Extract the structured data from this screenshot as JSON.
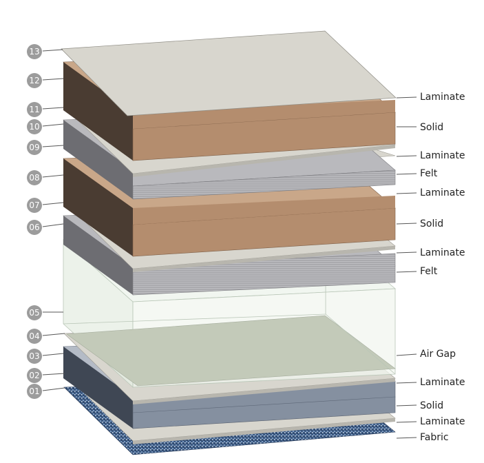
{
  "layer_numbers": [
    "13",
    "12",
    "11",
    "10",
    "09",
    "08",
    "07",
    "06",
    "05",
    "04",
    "03",
    "02",
    "01"
  ],
  "material_labels": [
    "Laminate",
    "Solid",
    "Laminate",
    "Felt",
    "Laminate",
    "Solid",
    "Laminate",
    "Felt",
    "Air Gap",
    "Laminate",
    "Solid",
    "Laminate",
    "Fabric"
  ],
  "colors": {
    "laminate": "#d8d6ce",
    "solid_wood_front": "#b48d6e",
    "solid_wood_side": "#4a3c32",
    "solid_blue_front": "#8590a0",
    "solid_blue_side": "#3f4754",
    "felt_front": "#a9a9ad",
    "felt_side": "#6d6d72",
    "air_gap": "#eef4ec",
    "fabric": "#3c5a82",
    "badge": "#9c9c9c"
  }
}
